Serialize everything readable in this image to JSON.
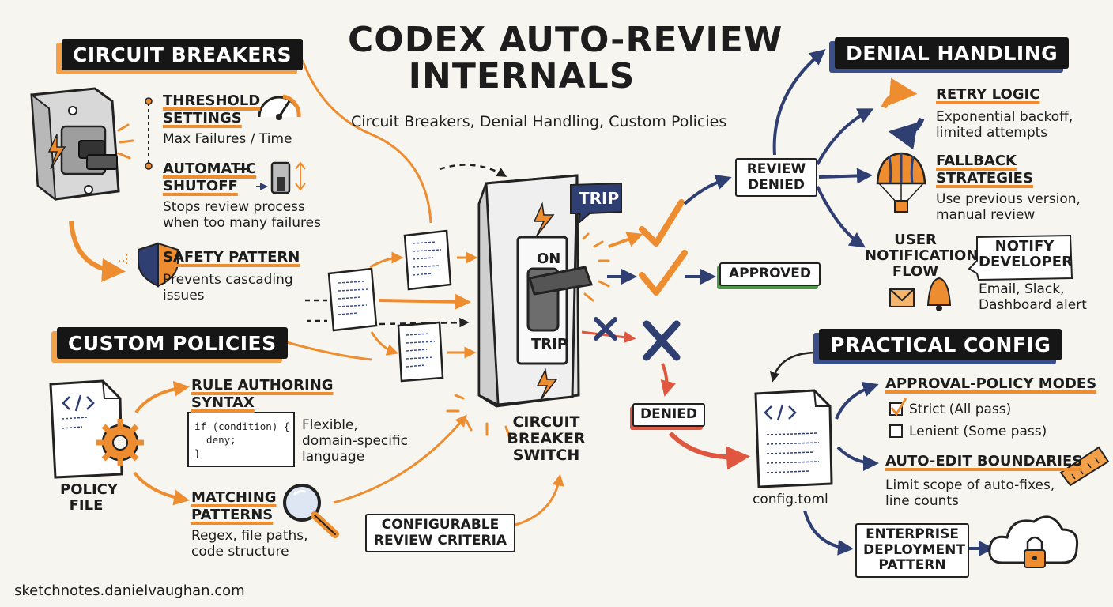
{
  "title": {
    "line1": "CODEX AUTO-REVIEW",
    "line2": "INTERNALS"
  },
  "subtitle": "Circuit Breakers, Denial Handling, Custom Policies",
  "circuit_breakers": {
    "banner": "CIRCUIT BREAKERS",
    "threshold": {
      "heading1": "THRESHOLD",
      "heading2": "SETTINGS",
      "desc": "Max Failures / Time"
    },
    "shutoff": {
      "heading1": "AUTOMATIC",
      "heading2": "SHUTOFF",
      "desc1": "Stops review process",
      "desc2": "when too many failures"
    },
    "safety": {
      "heading": "SAFETY PATTERN",
      "desc1": "Prevents cascading",
      "desc2": "issues"
    }
  },
  "custom_policies": {
    "banner": "CUSTOM POLICIES",
    "policy_file1": "POLICY",
    "policy_file2": "FILE",
    "rule_authoring": {
      "heading1": "RULE AUTHORING",
      "heading2": "SYNTAX",
      "code1": "if (condition) {",
      "code2": "  deny;",
      "code3": "}",
      "desc1": "Flexible,",
      "desc2": "domain-specific",
      "desc3": "language"
    },
    "matching": {
      "heading1": "MATCHING",
      "heading2": "PATTERNS",
      "desc1": "Regex, file paths,",
      "desc2": "code structure"
    }
  },
  "center": {
    "switch_on": "ON",
    "switch_trip": "TRIP",
    "trip_tag": "TRIP",
    "switch_label1": "CIRCUIT",
    "switch_label2": "BREAKER",
    "switch_label3": "SWITCH",
    "criteria1": "CONFIGURABLE",
    "criteria2": "REVIEW CRITERIA",
    "review_denied1": "REVIEW",
    "review_denied2": "DENIED",
    "approved": "APPROVED",
    "denied": "DENIED"
  },
  "denial_handling": {
    "banner": "DENIAL HANDLING",
    "retry": {
      "heading": "RETRY LOGIC",
      "desc1": "Exponential backoff,",
      "desc2": "limited attempts"
    },
    "fallback": {
      "heading1": "FALLBACK",
      "heading2": "STRATEGIES",
      "desc1": "Use previous version,",
      "desc2": "manual review"
    },
    "user_flow1": "USER",
    "user_flow2": "NOTIFICATION",
    "user_flow3": "FLOW",
    "notify1": "NOTIFY",
    "notify2": "DEVELOPER",
    "notify_desc1": "Email, Slack,",
    "notify_desc2": "Dashboard alert"
  },
  "practical_config": {
    "banner": "PRACTICAL CONFIG",
    "file": "config.toml",
    "modes_heading": "APPROVAL-POLICY MODES",
    "strict": "Strict (All pass)",
    "lenient": "Lenient (Some pass)",
    "auto_edit_heading": "AUTO-EDIT BOUNDARIES",
    "auto_edit_desc1": "Limit scope of auto-fixes,",
    "auto_edit_desc2": "line counts",
    "enterprise1": "ENTERPRISE",
    "enterprise2": "DEPLOYMENT",
    "enterprise3": "PATTERN"
  },
  "footer": "sketchnotes.danielvaughan.com",
  "colors": {
    "orange": "#ee8d2f",
    "navy": "#2f3f72",
    "red": "#e0563f",
    "green": "#4f9a4a",
    "ink": "#1d1d1d"
  }
}
